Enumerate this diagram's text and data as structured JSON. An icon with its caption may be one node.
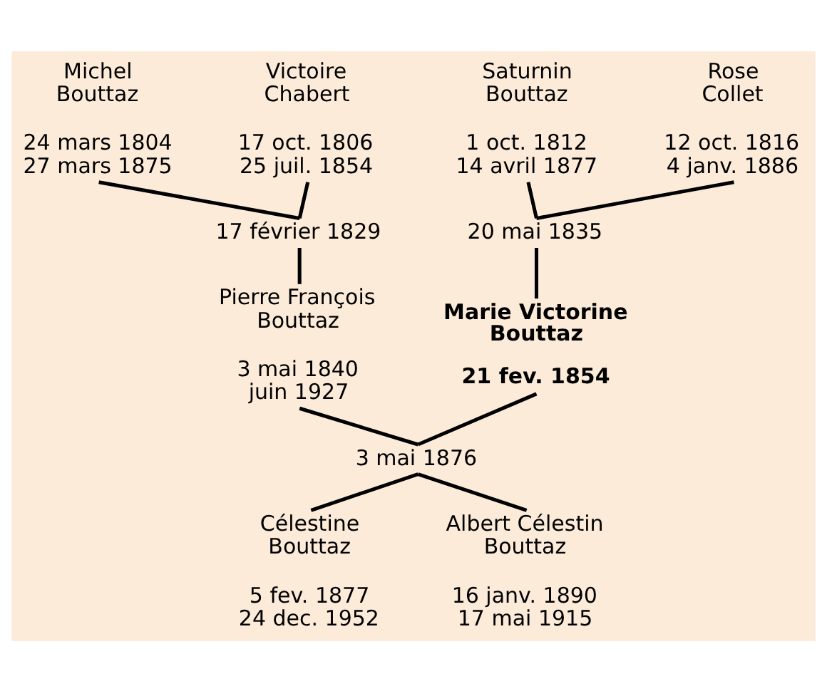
{
  "diagram": {
    "nodes": [
      {
        "text": [
          "Michel Bouttaz",
          "24 mars 1804",
          "27 mars 1875"
        ]
      },
      {
        "text": [
          "Victoire Chabert",
          "17 oct. 1806",
          "25 juil. 1854"
        ]
      },
      {
        "text": [
          "Saturnin Bouttaz",
          "1 oct. 1812",
          "14 avril 1877"
        ]
      },
      {
        "text": [
          "Rose Collet",
          "12 oct. 1816",
          "4 janv. 1886"
        ]
      },
      {
        "text": [
          "17 février 1829"
        ]
      },
      {
        "text": [
          "20 mai 1835"
        ]
      },
      {
        "text": [
          "Pierre François Bouttaz",
          "3 mai 1840",
          "juin 1927"
        ]
      },
      {
        "text": [
          "Marie Victorine Bouttaz",
          "21 fev. 1854"
        ]
      },
      {
        "text": [
          "3 mai 1876"
        ]
      },
      {
        "text": [
          "Célestine Bouttaz",
          "5 fev. 1877",
          "24 dec. 1952"
        ]
      },
      {
        "text": [
          "Albert Célestin Bouttaz",
          "16 janv. 1890",
          "17 mai 1915"
        ]
      }
    ],
    "edges": [
      {
        "from": 0,
        "to": 4,
        "arrow": "none"
      },
      {
        "from": 1,
        "to": 4,
        "arrow": "none"
      },
      {
        "from": 2,
        "to": 5,
        "arrow": "none"
      },
      {
        "from": 3,
        "to": 5,
        "arrow": "none"
      },
      {
        "from": 4,
        "to": 6,
        "arrow": "none"
      },
      {
        "from": 5,
        "to": 7,
        "arrow": "none"
      },
      {
        "from": 6,
        "to": 8,
        "arrow": "none"
      },
      {
        "from": 7,
        "to": 8,
        "arrow": "none"
      },
      {
        "from": 8,
        "to": 9,
        "arrow": "none"
      },
      {
        "from": 8,
        "to": 10,
        "arrow": "none"
      }
    ]
  }
}
